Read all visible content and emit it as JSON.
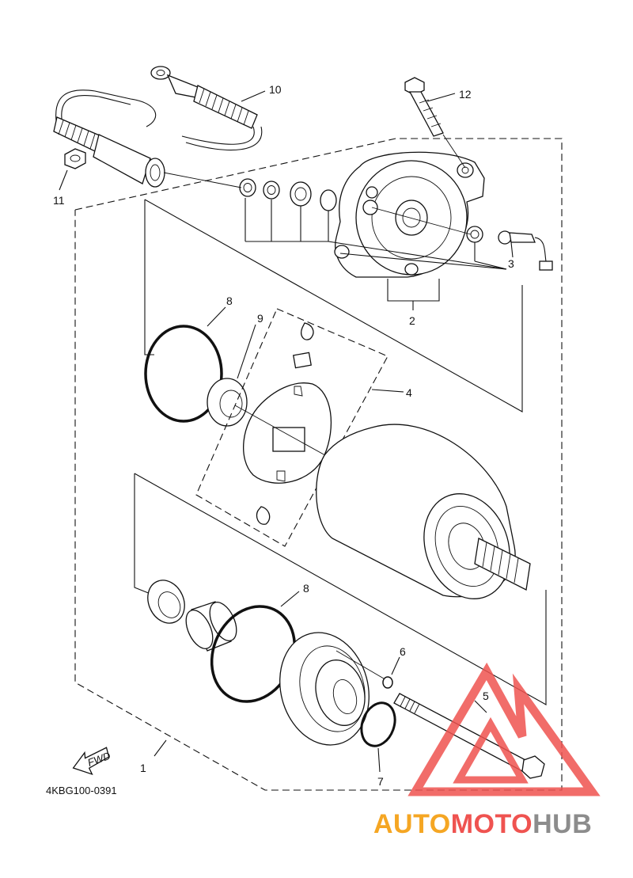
{
  "diagram": {
    "code": "4KBG100-0391",
    "fwd_label": "FWD",
    "callouts": {
      "p1": "1",
      "p2": "2",
      "p3": "3",
      "p4": "4",
      "p5": "5",
      "p6": "6",
      "p7": "7",
      "p8a": "8",
      "p8b": "8",
      "p9": "9",
      "p10": "10",
      "p11": "11",
      "p12": "12"
    }
  },
  "watermark": {
    "part1": "AUTO",
    "part2": "MOTO",
    "part3": "HUB",
    "colors": {
      "orange": "#f5a623",
      "red": "#ef5350",
      "gray": "#8c8c8c",
      "triangle": "#ef5350"
    }
  }
}
